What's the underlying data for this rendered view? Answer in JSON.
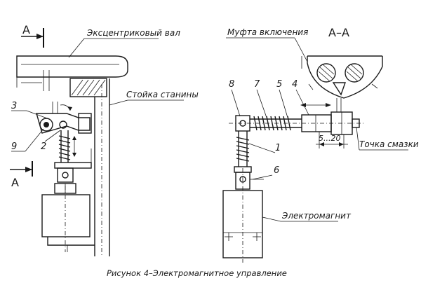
{
  "section_marks": {
    "a_top": "A",
    "a_bottom": "A",
    "section_aa": "A–A"
  },
  "labels": {
    "eccentric_shaft": "Эксцентриковый вал",
    "frame_post": "Стойка станины",
    "clutch": "Муфта включения",
    "lube_point": "Точка смазки",
    "electromagnet": "Электромагнит"
  },
  "item_numbers": [
    "1",
    "2",
    "3",
    "4",
    "5",
    "6",
    "7",
    "8",
    "9"
  ],
  "dimension": "5...20",
  "caption": "Рисунок 4–Электромагнитное управление"
}
